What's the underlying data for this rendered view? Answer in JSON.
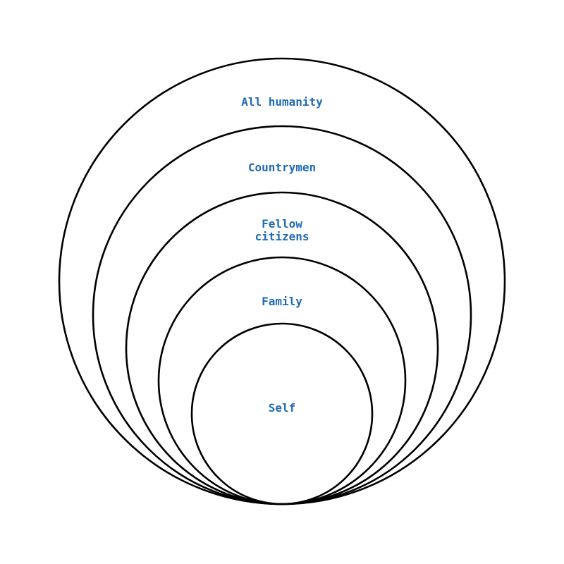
{
  "diagram": {
    "label_color": "#1f6bb5",
    "line_color": "#000000",
    "circles": [
      {
        "label_lines": [
          "All humanity"
        ]
      },
      {
        "label_lines": [
          "Countrymen"
        ]
      },
      {
        "label_lines": [
          "Fellow",
          "citizens"
        ]
      },
      {
        "label_lines": [
          "Family"
        ]
      },
      {
        "label_lines": [
          "Self"
        ]
      }
    ]
  }
}
